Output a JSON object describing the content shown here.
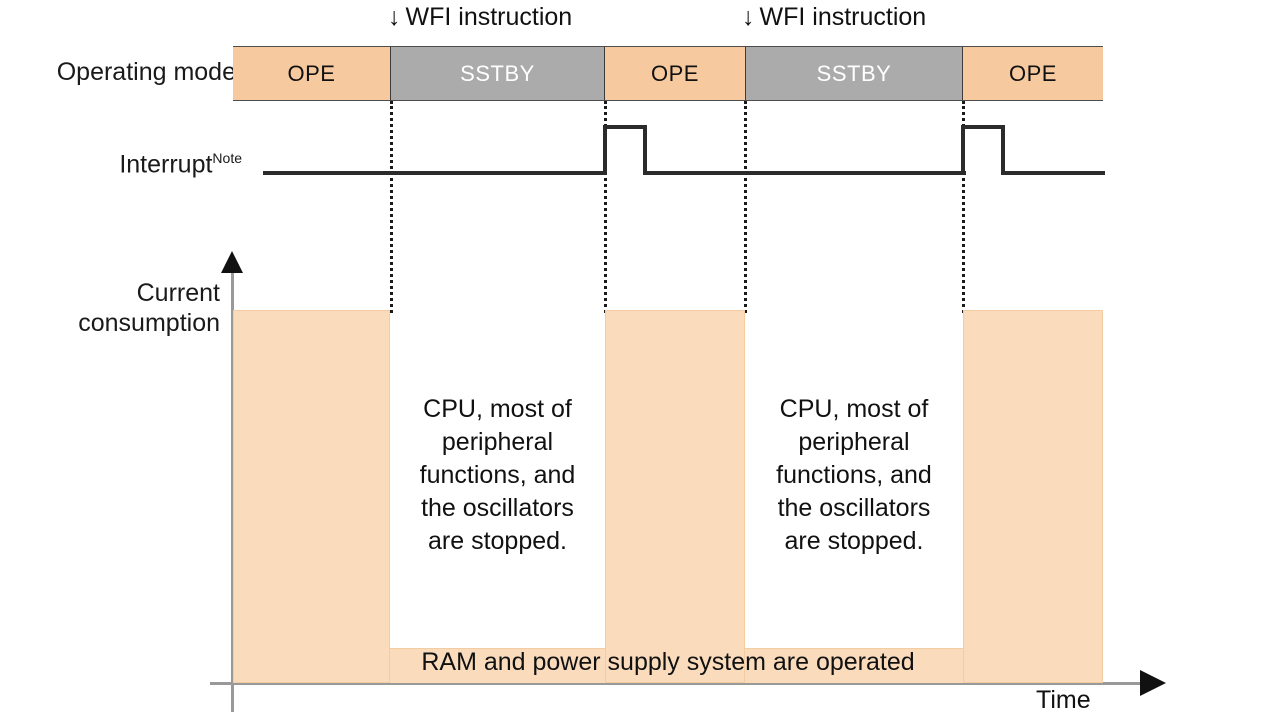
{
  "title": "Operating mode / current consumption timing diagram",
  "labels": {
    "operating_mode": "Operating mode",
    "interrupt": "Interrupt",
    "interrupt_superscript": "Note",
    "current_consumption_line1": "Current",
    "current_consumption_line2": "consumption",
    "time_axis": "Time",
    "ram_note": "RAM and power supply system are operated",
    "standby_note": "CPU, most of\nperipheral\nfunctions, and\nthe oscillators\nare stopped."
  },
  "annotations": [
    {
      "id": "wfi-1",
      "arrow": "↓",
      "text": "WFI instruction"
    },
    {
      "id": "wfi-2",
      "arrow": "↓",
      "text": "WFI instruction"
    }
  ],
  "mode_segments": [
    {
      "label": "OPE",
      "mode": "operating"
    },
    {
      "label": "SSTBY",
      "mode": "standby"
    },
    {
      "label": "OPE",
      "mode": "operating"
    },
    {
      "label": "SSTBY",
      "mode": "standby"
    },
    {
      "label": "OPE",
      "mode": "operating"
    }
  ],
  "colors": {
    "operating_fill": "#F7C99E",
    "standby_fill": "#ABABAB",
    "standby_text": "#FFFFFF",
    "consumption_fill": "#FADCBD",
    "waveform": "#2B2B2B",
    "axis": "#999999",
    "text": "#111111"
  },
  "chart_data": {
    "type": "area",
    "title": "Current consumption",
    "xlabel": "Time",
    "ylabel": "Current consumption",
    "grid": false,
    "legend": "none",
    "x_axis_range": [
      0,
      100
    ],
    "y_axis_range": [
      0,
      100
    ],
    "categories": [
      "OPE",
      "SSTBY",
      "OPE",
      "SSTBY",
      "OPE"
    ],
    "values": [
      100,
      10,
      100,
      10,
      100
    ],
    "series": [
      {
        "name": "Current consumption",
        "values": [
          100,
          10,
          100,
          10,
          100
        ]
      }
    ],
    "annotations": [
      "CPU, most of peripheral functions, and the oscillators are stopped.",
      "RAM and power supply system are operated"
    ],
    "events": [
      {
        "at": "SSTBY start 1",
        "label": "WFI instruction"
      },
      {
        "at": "SSTBY start 2",
        "label": "WFI instruction"
      },
      {
        "at": "OPE start 1",
        "label": "Interrupt"
      },
      {
        "at": "OPE start 2",
        "label": "Interrupt"
      }
    ]
  }
}
